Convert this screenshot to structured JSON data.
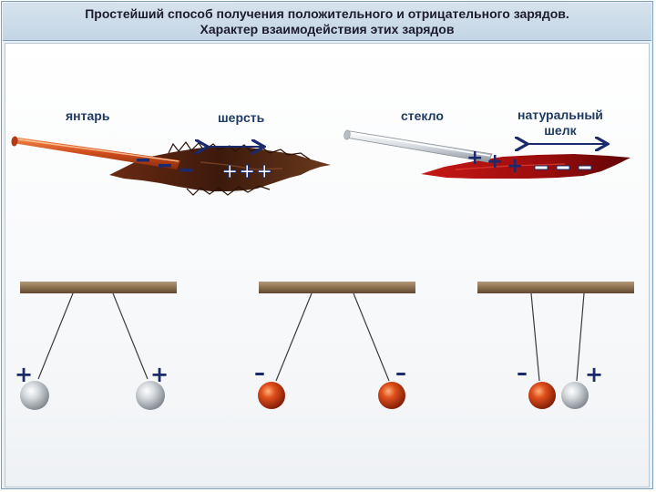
{
  "title": {
    "line1": "Простейший способ получения положительного и отрицательного зарядов.",
    "line2": "Характер взаимодействия этих зарядов"
  },
  "materials": {
    "amber": "янтарь",
    "wool": "шерсть",
    "glass": "стекло",
    "silk_line1": "натуральный",
    "silk_line2": "шелк"
  },
  "charges": {
    "plus": "+",
    "minus": "–"
  },
  "colors": {
    "positive_ball": "#c8cdd2",
    "negative_ball": "#c83410",
    "charge_sign": "#1a2a6c",
    "amber_rod": "#c8461e",
    "glass_rod": "#d8dde2",
    "wool": "#5a2a14",
    "silk": "#b01010",
    "beam": "#8a6e4e"
  }
}
